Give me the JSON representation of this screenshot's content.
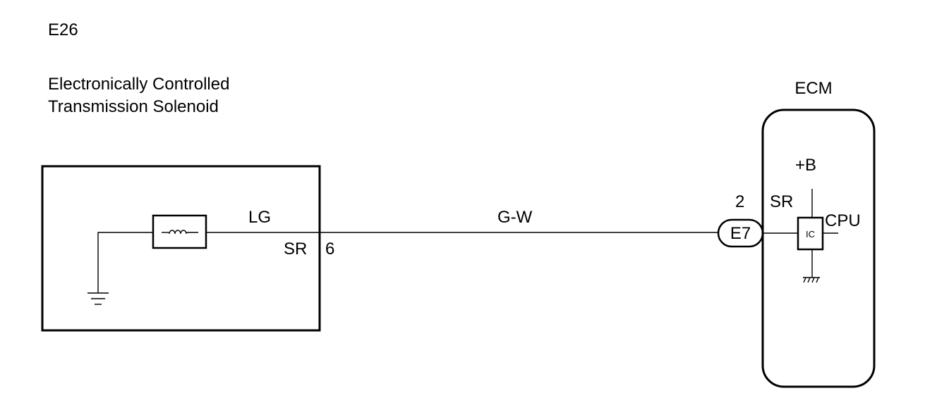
{
  "component": {
    "code": "E26",
    "name_line1": "Electronically Controlled",
    "name_line2": "Transmission Solenoid",
    "wire_color_internal": "LG",
    "terminal_name": "SR",
    "terminal_number": "6"
  },
  "harness": {
    "wire_color": "G-W",
    "connector_code": "E7"
  },
  "ecm": {
    "title": "ECM",
    "terminal_number": "2",
    "terminal_name": "SR",
    "supply_label": "+B",
    "ic_label": "IC",
    "cpu_label": "CPU"
  },
  "icons": {
    "solenoid": "solenoid-coil-icon",
    "ground": "ground-icon",
    "chassis_ground": "chassis-ground-icon",
    "ic": "ic-chip-icon"
  }
}
